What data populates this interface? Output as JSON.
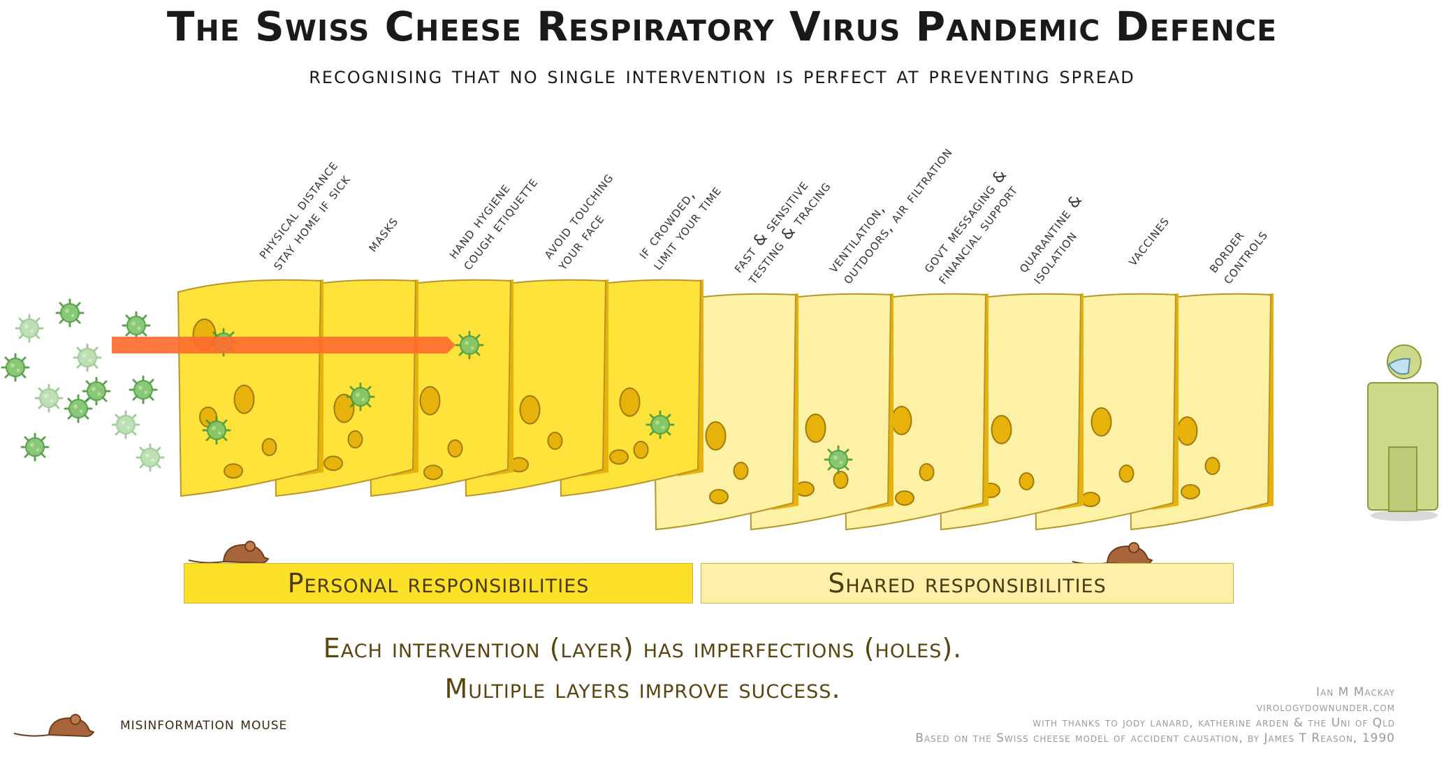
{
  "header": {
    "title": "The Swiss Cheese Respiratory Virus Pandemic Defence",
    "subtitle": "recognising that no single intervention is perfect at preventing spread"
  },
  "layers": [
    {
      "label": "physical distance\nstay home if sick",
      "group": "personal"
    },
    {
      "label": "masks",
      "group": "personal"
    },
    {
      "label": "hand hygiene\ncough etiquette",
      "group": "personal"
    },
    {
      "label": "avoid touching\nyour face",
      "group": "personal"
    },
    {
      "label": "if crowded,\nlimit your time",
      "group": "personal"
    },
    {
      "label": "fast & sensitive\ntesting & tracing",
      "group": "shared"
    },
    {
      "label": "ventilation,\noutdoors, air filtration",
      "group": "shared"
    },
    {
      "label": "govt messaging &\nfinancial support",
      "group": "shared"
    },
    {
      "label": "quarantine &\nisolation",
      "group": "shared"
    },
    {
      "label": "vaccines",
      "group": "shared"
    },
    {
      "label": "border\ncontrols",
      "group": "shared"
    }
  ],
  "groups": {
    "personal": "Personal responsibilities",
    "shared": "Shared responsibilities"
  },
  "summary": {
    "line1": "Each intervention (layer) has imperfections (holes).",
    "line2": "Multiple layers improve success."
  },
  "legend": {
    "mouse_label": "misinformation mouse"
  },
  "credits": {
    "author": "Ian M Mackay",
    "site": "virologydownunder.com",
    "thanks": "with thanks to jody lanard, katherine arden & the Uni of Qld",
    "based_on": "Based on the Swiss cheese model of accident causation, by James T Reason, 1990"
  },
  "colors": {
    "personal_cheese": "#fde33a",
    "shared_cheese": "#fdf1a6",
    "hole": "#e7b20a",
    "virus": "#7cc36a",
    "arrow": "#ff6a2e",
    "mouse": "#a8643a",
    "person": "#cfd98a"
  },
  "icons": [
    "virus-icon",
    "mouse-icon",
    "person-icon",
    "mask-icon"
  ]
}
